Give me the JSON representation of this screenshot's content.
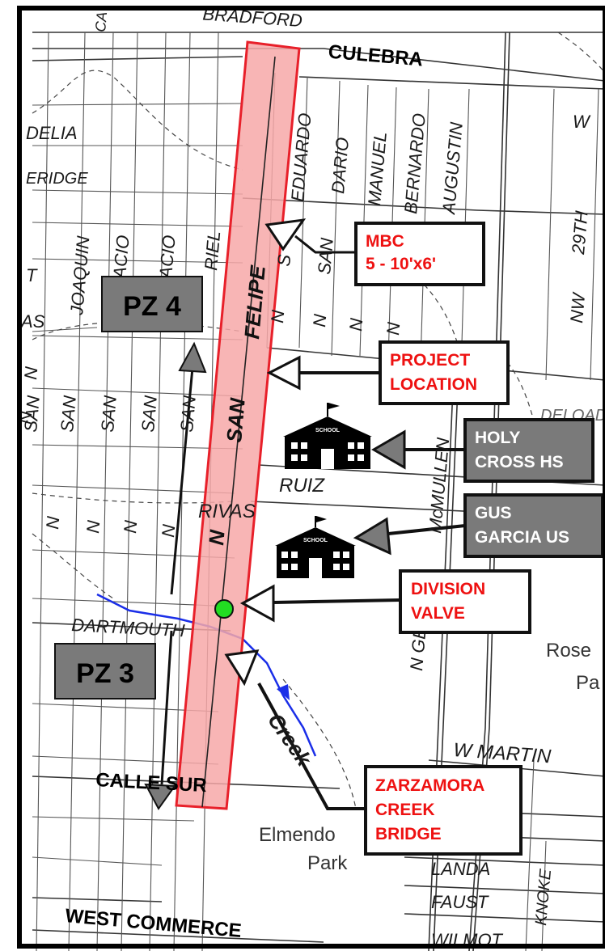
{
  "map": {
    "streets": {
      "bradford": "BRADFORD",
      "culebra": "CULEBRA",
      "delia": "DELIA",
      "eridge": "ERIDGE",
      "eduardo": "EDUARDO",
      "dario": "DARIO",
      "manuel": "MANUEL",
      "bernardo": "BERNARDO",
      "augustin": "AUGUSTIN",
      "w_29th": "29TH",
      "nw": "NW",
      "w_top": "W",
      "joaquin": "JOAQUIN",
      "acio1": "ACIO",
      "acio2": "ACIO",
      "abriel": "RIEL",
      "ca": "CA",
      "n_san_s": "S",
      "san1": "SAN",
      "san2": "SAN",
      "san3": "SAN",
      "san4": "SAN",
      "san5": "SAN",
      "san6": "SAN",
      "n1": "N",
      "n2": "N",
      "n3": "N",
      "n4": "N",
      "n5": "N",
      "n6": "N",
      "n7": "N",
      "n8": "N",
      "n9": "N",
      "n10": "N",
      "t_left": "T",
      "as_left": "AS",
      "ruiz": "RUIZ",
      "rivas": "RIVAS",
      "mcmullen": "McMULLEN",
      "general": "N GENERAL",
      "dartmouth": "DARTMOUTH",
      "calle_sur": "CALLE SUR",
      "w_martin": "W MARTIN",
      "landa": "LANDA",
      "faust": "FAUST",
      "knoke": "KNOKE",
      "wilmot": "WILMOT",
      "west_commerce": "WEST COMMERCE",
      "creek": "Creek",
      "elmendorf": "Elmendo",
      "park": "Park",
      "rose": "Rose",
      "pa": "Pa",
      "n_san_felipe_n": "N",
      "n_san_felipe_san": "SAN",
      "n_san_felipe_felipe": "FELIPE",
      "deloado": "DELOAD"
    },
    "pressure_zones": {
      "pz4": "PZ 4",
      "pz3": "PZ 3"
    },
    "callouts": {
      "mbc_line1": "MBC",
      "mbc_line2": "5 - 10'x6'",
      "project_line1": "PROJECT",
      "project_line2": "LOCATION",
      "holy_line1": "HOLY",
      "holy_line2": "CROSS HS",
      "gus_line1": "GUS",
      "gus_line2": "GARCIA US",
      "division_line1": "DIVISION",
      "division_line2": "VALVE",
      "zarzamora_line1": "ZARZAMORA",
      "zarzamora_line2": "CREEK",
      "zarzamora_line3": "BRIDGE"
    },
    "school_icon_label": "SCHOOL",
    "colors": {
      "project_corridor_fill": "#f7a8a8",
      "project_corridor_stroke": "#e8202a",
      "callout_red_text": "#ee1111",
      "pressure_zone_box": "#7a7a7a",
      "creek_line": "#1a2ee8",
      "division_valve": "#22dd22"
    }
  }
}
